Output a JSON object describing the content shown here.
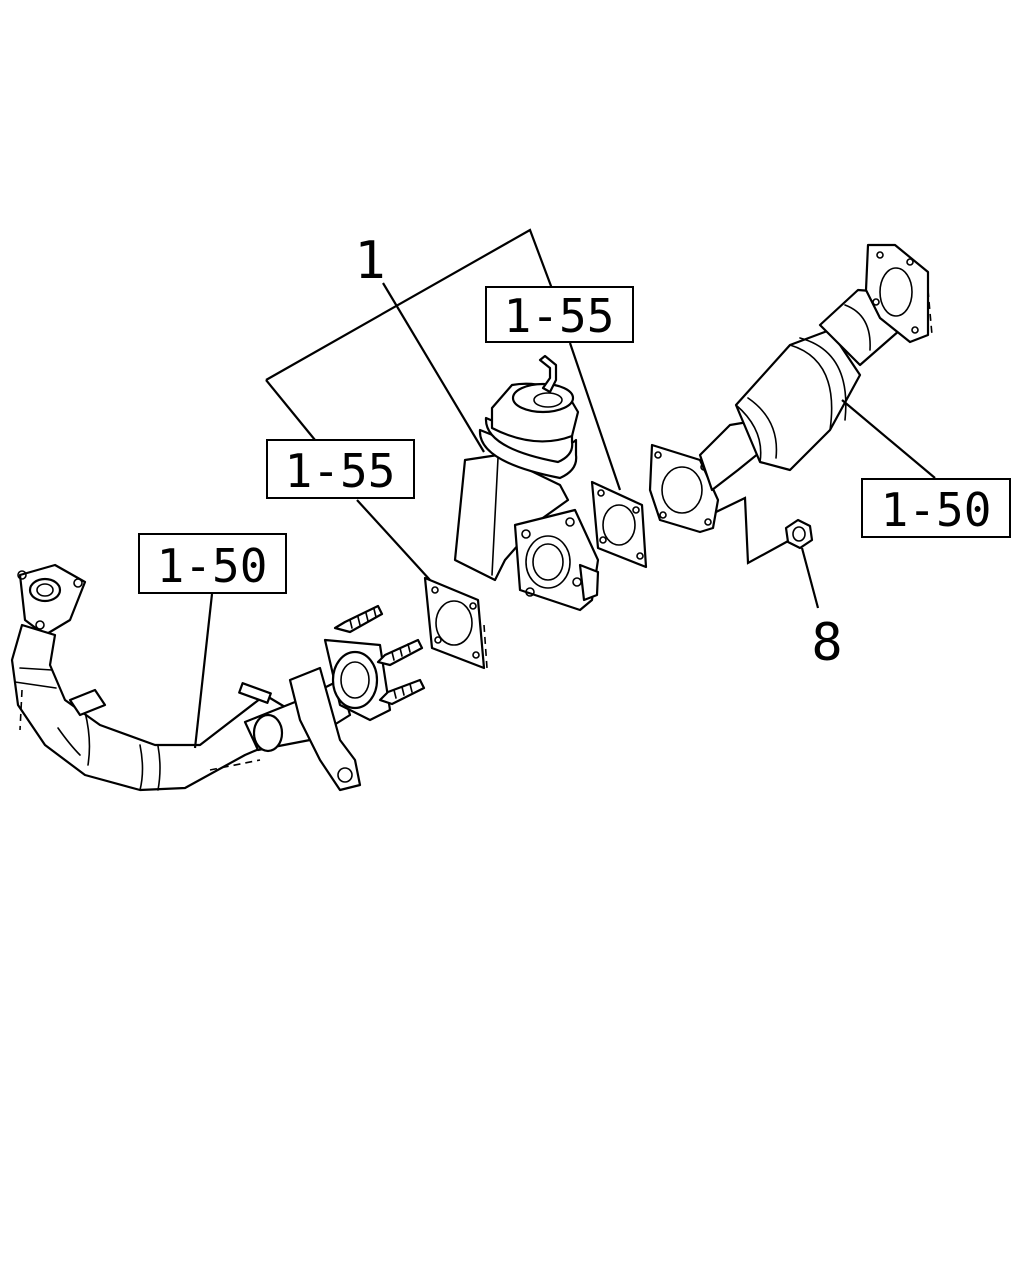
{
  "callouts": {
    "part_1": "1",
    "part_8": "8",
    "ref_top_center": "1-55",
    "ref_left_center": "1-55",
    "ref_left": "1-50",
    "ref_right": "1-50"
  }
}
